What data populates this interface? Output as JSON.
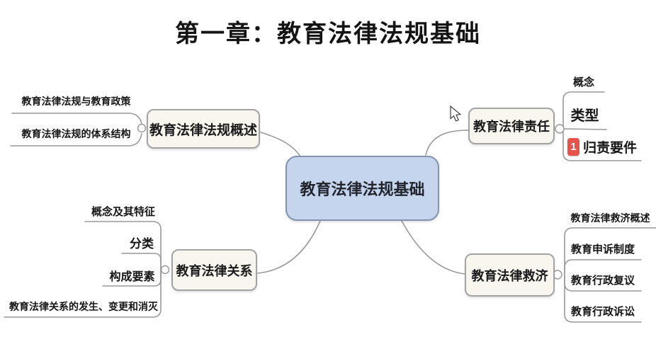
{
  "title": "第一章：教育法律法规基础",
  "root": {
    "label": "教育法律法规基础"
  },
  "branches": [
    {
      "label": "教育法律法规概述",
      "children": [
        {
          "label": "教育法律法规与教育政策"
        },
        {
          "label": "教育法律法规的体系结构"
        }
      ]
    },
    {
      "label": "教育法律责任",
      "children": [
        {
          "label": "概念"
        },
        {
          "label": "类型"
        },
        {
          "label": "归责要件",
          "badge": "1"
        }
      ]
    },
    {
      "label": "教育法律关系",
      "children": [
        {
          "label": "概念及其特征"
        },
        {
          "label": "分类"
        },
        {
          "label": "构成要素"
        },
        {
          "label": "教育法律关系的发生、变更和消灭"
        }
      ]
    },
    {
      "label": "教育法律救济",
      "children": [
        {
          "label": "教育法律救济概述"
        },
        {
          "label": "教育申诉制度"
        },
        {
          "label": "教育行政复议"
        },
        {
          "label": "教育行政诉讼"
        }
      ]
    }
  ],
  "icons": {
    "badge": "numbered-marker-1-icon",
    "cursor": "arrow-pointer-icon",
    "toggle": "collapse-toggle-circle"
  },
  "colors": {
    "central_fill": "#c5d5ee",
    "central_border": "#8193ae",
    "node_fill": "#f9f6f0",
    "node_border": "#a3a3a3",
    "line": "#999999",
    "badge_red": "#e4544b",
    "text": "#161616"
  }
}
